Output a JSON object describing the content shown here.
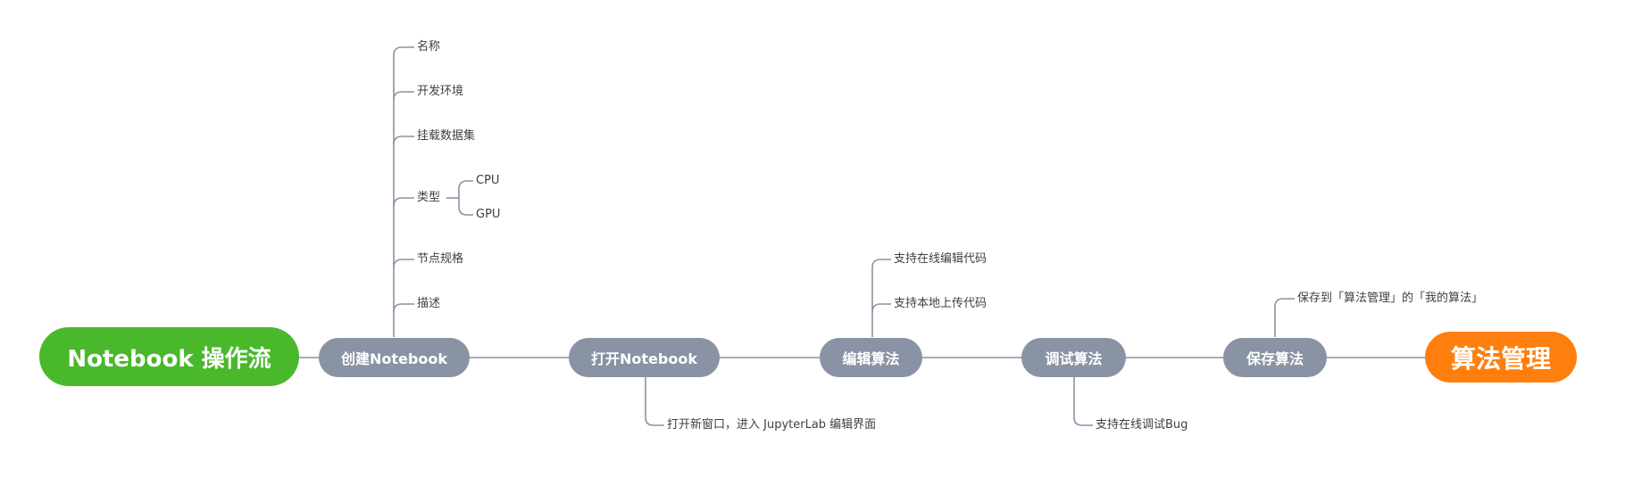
{
  "root": {
    "label": "Notebook 操作流"
  },
  "steps": [
    {
      "id": "create",
      "label": "创建Notebook"
    },
    {
      "id": "open",
      "label": "打开Notebook"
    },
    {
      "id": "edit",
      "label": "编辑算法"
    },
    {
      "id": "debug",
      "label": "调试算法"
    },
    {
      "id": "save",
      "label": "保存算法"
    }
  ],
  "end": {
    "label": "算法管理"
  },
  "create_details": [
    "名称",
    "开发环境",
    "挂载数据集",
    "类型",
    "节点规格",
    "描述"
  ],
  "type_options": [
    "CPU",
    "GPU"
  ],
  "open_details": [
    "打开新窗口，进入 JupyterLab 编辑界面"
  ],
  "edit_details": [
    "支持在线编辑代码",
    "支持本地上传代码"
  ],
  "debug_details": [
    "支持在线调试Bug"
  ],
  "save_details": [
    "保存到「算法管理」的「我的算法」"
  ],
  "colors": {
    "root": "#49b82a",
    "step": "#8993a4",
    "end": "#ff7f0e",
    "line": "#8993a4",
    "text": "#3c4043"
  }
}
